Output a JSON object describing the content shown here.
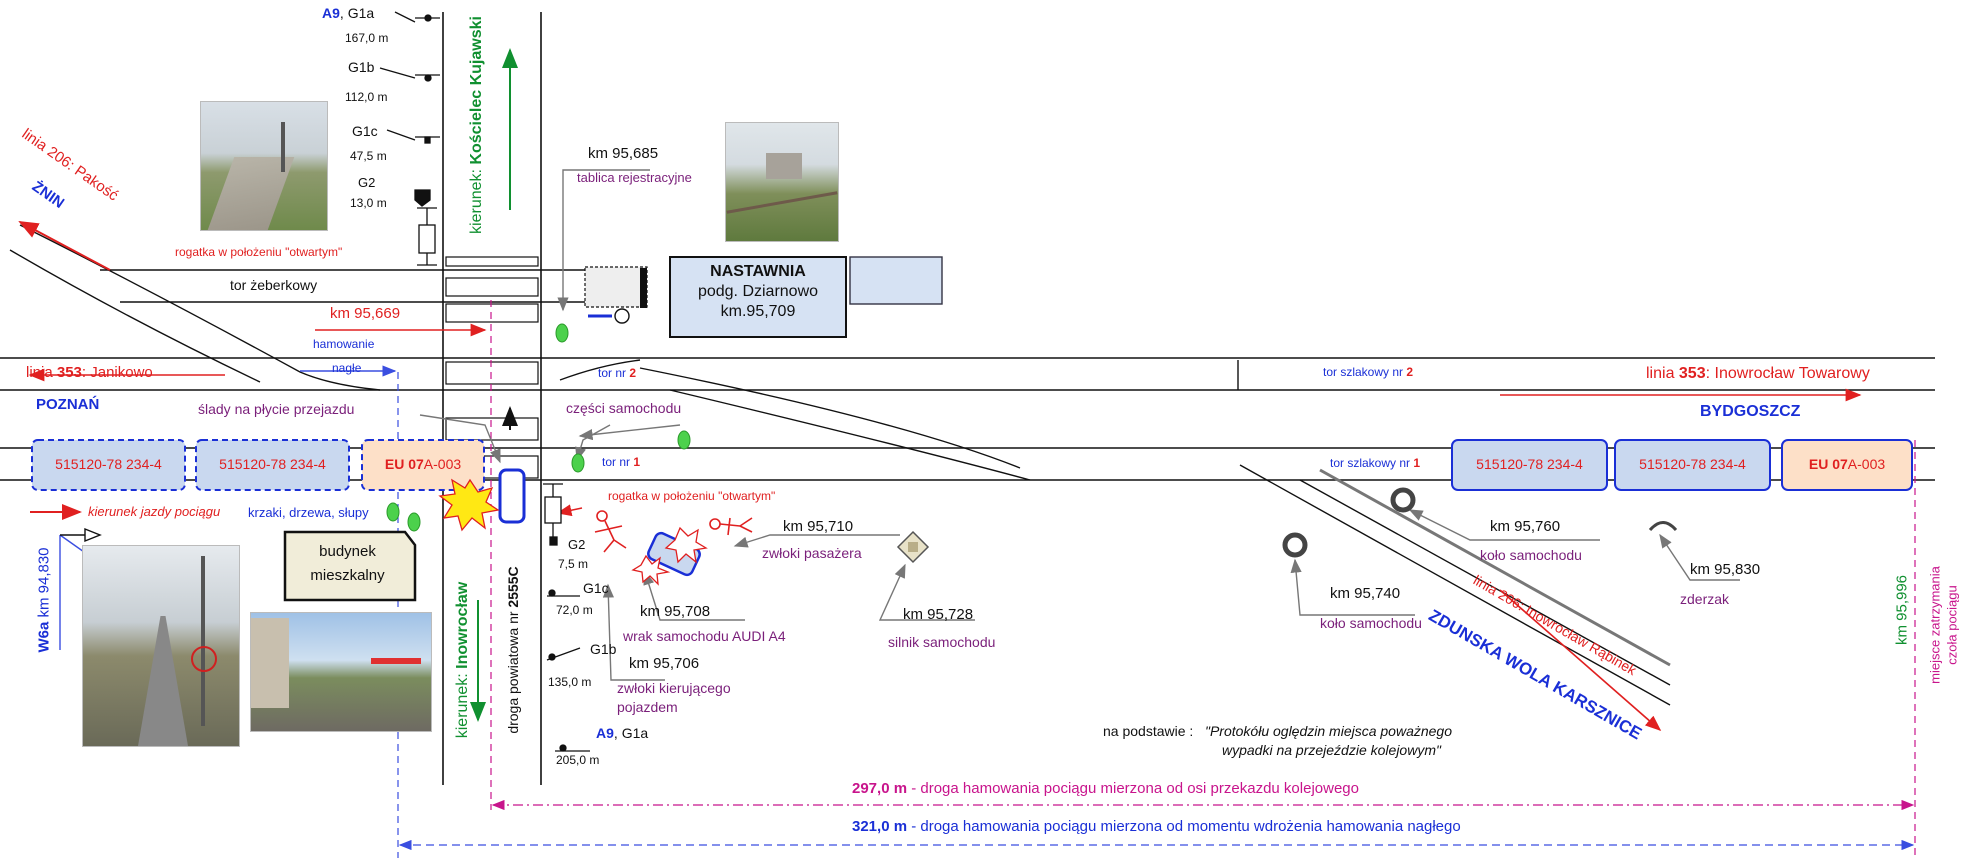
{
  "colors": {
    "red": "#e02020",
    "blue": "#1a2fd6",
    "green": "#109030",
    "purple": "#7a1f7a",
    "magenta": "#c8148c",
    "black": "#111111",
    "car_box_fill": "#c9d8ef",
    "loco_fill": "#fde0c8",
    "nastawnia_fill": "#d6e2f3"
  },
  "signals_top": [
    {
      "prefix": "A9",
      "name": "G1a",
      "dist": "167,0 m"
    },
    {
      "prefix": "",
      "name": "G1b",
      "dist": "112,0 m"
    },
    {
      "prefix": "",
      "name": "G1c",
      "dist": "47,5 m"
    },
    {
      "prefix": "",
      "name": "G2",
      "dist": "13,0 m"
    }
  ],
  "signals_bottom": [
    {
      "prefix": "",
      "name": "G2",
      "dist": "7,5 m"
    },
    {
      "prefix": "",
      "name": "G1c",
      "dist": "72,0 m"
    },
    {
      "prefix": "",
      "name": "G1b",
      "dist": "135,0 m"
    },
    {
      "prefix": "A9",
      "name": "G1a",
      "dist": "205,0 m"
    }
  ],
  "directions": {
    "koscielec_prefix": "kierunek: ",
    "koscielec_name": "Kościelec Kujawski",
    "inowroclaw_prefix": "kierunek: ",
    "inowroclaw_name": "Inowrocław",
    "road_prefix": "droga powiatowa nr ",
    "road_number": "2555C"
  },
  "lines": {
    "l206_pakosc": "linia 206:  Pakość",
    "znin": "ŻNIN",
    "l353_janikowo_prefix": "linia ",
    "l353_janikowo_num": "353",
    "l353_janikowo_suffix": ":  Janikowo",
    "poznan": "POZNAŃ",
    "l353_inowroclaw_prefix": "linia ",
    "l353_inowroclaw_num": "353",
    "l353_inowroclaw_suffix": ":  Inowrocław  Towarowy",
    "bydgoszcz": "BYDGOSZCZ",
    "l206_rabinek": "linia 206:  Inowrocław  Rąbinek",
    "zdunska": "ZDUNSKA WOLA KARSZNICE"
  },
  "tracks": {
    "zeberkowy": "tor żeberkowy",
    "tor2_prefix": "tor nr ",
    "tor2_num": "2",
    "tor1_prefix": "tor nr ",
    "tor1_num": "1",
    "szlak2_prefix": "tor szlakowy nr ",
    "szlak2_num": "2",
    "szlak1_prefix": "tor szlakowy nr ",
    "szlak1_num": "1"
  },
  "rogatka_top": "rogatka w położeniu \"otwartym\"",
  "rogatka_bottom": "rogatka w położeniu \"otwartym\"",
  "km_95669": "km 95,669",
  "hamowanie_line1": "hamowanie",
  "hamowanie_line2": "nagłe",
  "nastawnia": {
    "title": "NASTAWNIA",
    "line2": "podg.  Dziarnowo",
    "line3": "km.95,709"
  },
  "tablica": {
    "km": "km 95,685",
    "label": "tablica rejestracyjne"
  },
  "slady": "ślady na płycie przejazdu",
  "czesci": "części samochodu",
  "train_left": {
    "wagon_1": "515120-78 234-4",
    "wagon_2": "515120-78 234-4",
    "loco_prefix": "EU 07",
    "loco_suffix": "A-003"
  },
  "train_right": {
    "wagon_1": "515120-78 234-4",
    "wagon_2": "515120-78 234-4",
    "loco_prefix": "EU 07",
    "loco_suffix": "A-003"
  },
  "kierunek_jazdy": "kierunek jazdy pociągu",
  "krzaki": "krzaki, drzewa, słupy",
  "budynek": {
    "line1": "budynek",
    "line2": "mieszkalny"
  },
  "w6a": {
    "label": "W6a",
    "km": "km 94,830"
  },
  "km_95710": {
    "km": "km 95,710",
    "label": "zwłoki pasażera"
  },
  "km_95708": {
    "km": "km 95,708",
    "label": "wrak samochodu AUDI A4"
  },
  "km_95706": {
    "km": "km 95,706",
    "label1": "zwłoki kierującego",
    "label2": "pojazdem"
  },
  "km_95728": {
    "km": "km 95,728",
    "label": "silnik samochodu"
  },
  "km_95760": {
    "km": "km 95,760",
    "label": "koło samochodu"
  },
  "km_95740": {
    "km": "km 95,740",
    "label": "koło samochodu"
  },
  "km_95830": {
    "km": "km 95,830",
    "label": "zderzak"
  },
  "km_95996": {
    "km": "km 95,996",
    "label1": "miejsce zatrzymania",
    "label2": "czoła pociągu"
  },
  "source_prefix": "na podstawie :",
  "source_line1": "\"Protokółu oględzin miejsca  poważnego",
  "source_line2": "wypadki na przejeździe kolejowym\"",
  "distance_297": {
    "value": "297,0 m",
    "text": " - droga hamowania pociągu mierzona od osi przekazdu kolejowego"
  },
  "distance_321": {
    "value": "321,0 m",
    "text": " - droga hamowania pociągu mierzona od momentu  wdrożenia hamowania nagłego"
  }
}
